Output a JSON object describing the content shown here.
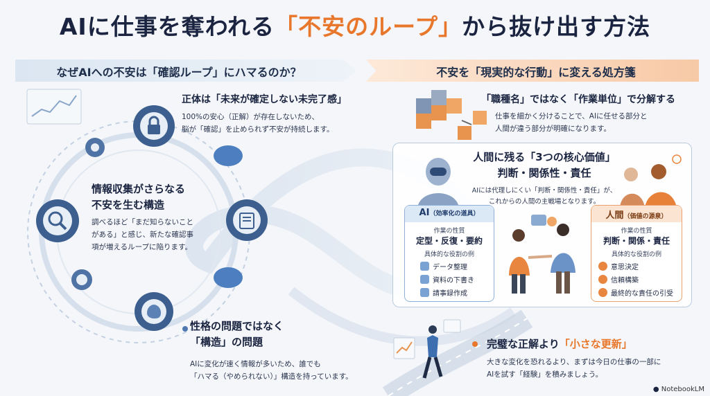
{
  "title": {
    "part1": "AIに仕事を奪われる",
    "highlight": "「不安のループ」",
    "part2": "から抜け出す方法"
  },
  "left_banner": "なぜAIへの不安は「確認ループ」にハマるのか？",
  "right_banner": "不安を「現実的な行動」に変える処方箋",
  "left": {
    "p1": {
      "title": "正体は「未来が確定しない未完了感」",
      "l1": "100%の安心（正解）が存在しないため、",
      "l2": "脳が「確認」を止められず不安が持続します。"
    },
    "p2": {
      "t1": "情報収集がさらなる",
      "t2": "不安を生む構造",
      "l1": "調べるほど「まだ知らないこと",
      "l2": "がある」と感じ、新たな確認事",
      "l3": "項が増えるループに陥ります。"
    },
    "p3": {
      "t1": "性格の問題ではなく",
      "t2": "「構造」の問題",
      "l1": "AIに変化が速く情報が多いため、誰でも",
      "l2": "「ハマる（やめられない）」構造を持っています。"
    }
  },
  "right": {
    "s1": {
      "title": "「職種名」ではなく「作業単位」で分解する",
      "l1": "仕事を細かく分けることで、AIに任せる部分と",
      "l2": "人間が違う部分が明確になります。"
    },
    "s2": {
      "t1": "人間に残る「3つの核心価値」",
      "t2": "判断・関係性・責任",
      "l1": "AIには代理しにくい「判断・関係性・責任」が、",
      "l2": "これからの人間の主戦場となります。"
    },
    "ai": {
      "label": "AI",
      "tag": "（効率化の道具）",
      "nature_label": "作業の性質",
      "nature": "定型・反復・要約",
      "roles_label": "具体的な役割の例",
      "roles": [
        "データ整理",
        "資料の下書き",
        "請事録作成"
      ]
    },
    "human": {
      "label": "人間",
      "tag": "（価値の源泉）",
      "nature_label": "作業の性質",
      "nature": "判断・関係・責任",
      "roles_label": "具体的な役割の例",
      "roles": [
        "意思決定",
        "信頼構築",
        "最終的な責任の引受"
      ]
    },
    "s3": {
      "title_a": "完璧な正解より",
      "title_b": "「小さな更新」",
      "l1": "大きな変化を恐れるより、まずは今日の仕事の一部に",
      "l2": "AIを試す「経験」を積みましょう。"
    }
  },
  "logo": "NotebookLM",
  "colors": {
    "accent": "#e8762b",
    "navy": "#1a2440",
    "blue": "#4f78b0"
  }
}
